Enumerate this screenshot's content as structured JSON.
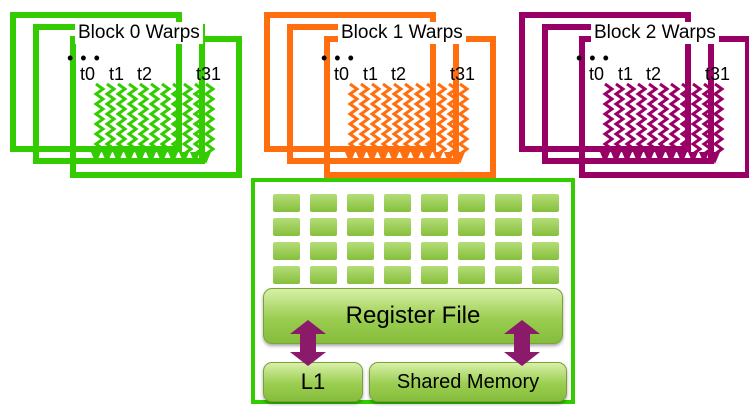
{
  "blocks": [
    {
      "title": "Block 0 Warps",
      "color": "#33cc00",
      "threads": [
        "t0",
        "t1",
        "t2",
        "t31"
      ],
      "dots": "• • •"
    },
    {
      "title": "Block 1 Warps",
      "color": "#ff6f0f",
      "threads": [
        "t0",
        "t1",
        "t2",
        "t31"
      ],
      "dots": "• • •"
    },
    {
      "title": "Block 2 Warps",
      "color": "#990066",
      "threads": [
        "t0",
        "t1",
        "t2",
        "t31"
      ],
      "dots": "• • •"
    }
  ],
  "sm": {
    "border_color": "#33cc00",
    "register_grid": {
      "rows": 4,
      "cols": 8,
      "color": "#9bd257"
    },
    "register_file_label": "Register File",
    "l1_label": "L1",
    "shared_memory_label": "Shared Memory",
    "arrow_color": "#8b1a6b"
  }
}
